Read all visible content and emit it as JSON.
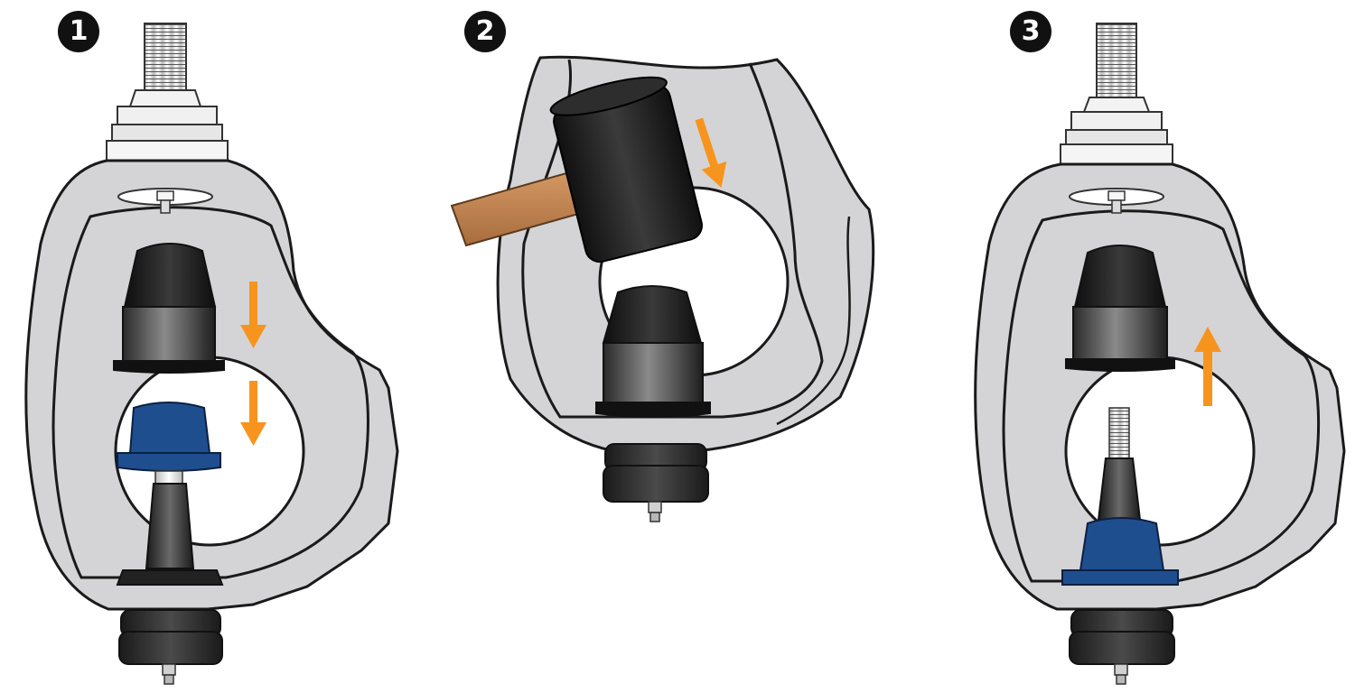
{
  "steps": [
    {
      "number": "1",
      "arrows": [
        "down",
        "down"
      ]
    },
    {
      "number": "2",
      "arrows": [
        "down"
      ]
    },
    {
      "number": "3",
      "arrows": [
        "up"
      ]
    }
  ],
  "colors": {
    "arrow": "#f7941d",
    "casting": "#d4d4d6",
    "outline": "#1a1a1a",
    "ball_joint_blue": "#1f4e8f",
    "hammer_handle": "#c08050",
    "hammer_head": "#222222"
  },
  "icons": [
    "hammer-icon",
    "arrow-down-icon",
    "arrow-up-icon"
  ]
}
